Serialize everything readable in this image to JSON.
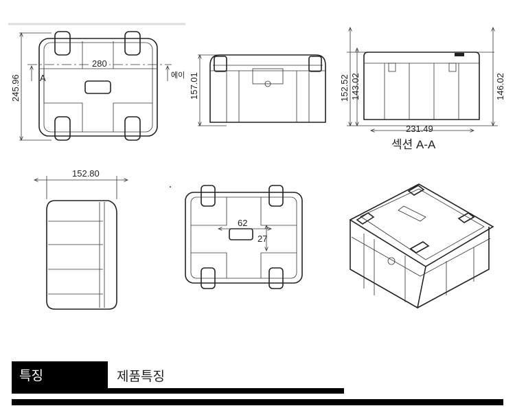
{
  "drawing": {
    "front_view": {
      "width_dim": "280",
      "height_dim": "245.96",
      "section_marker": "에이",
      "section_letter": "A"
    },
    "side_view": {
      "height_dim": "157.01"
    },
    "section_view": {
      "title": "섹션 A-A",
      "dims": [
        "152.52",
        "143.02",
        "146.02",
        "231.49"
      ]
    },
    "end_view": {
      "width_dim": "152.80"
    },
    "bottom_view": {
      "width_dim": "62",
      "height_dim": "27"
    }
  },
  "features": {
    "tab_label": "특징",
    "title": "제품특징"
  }
}
